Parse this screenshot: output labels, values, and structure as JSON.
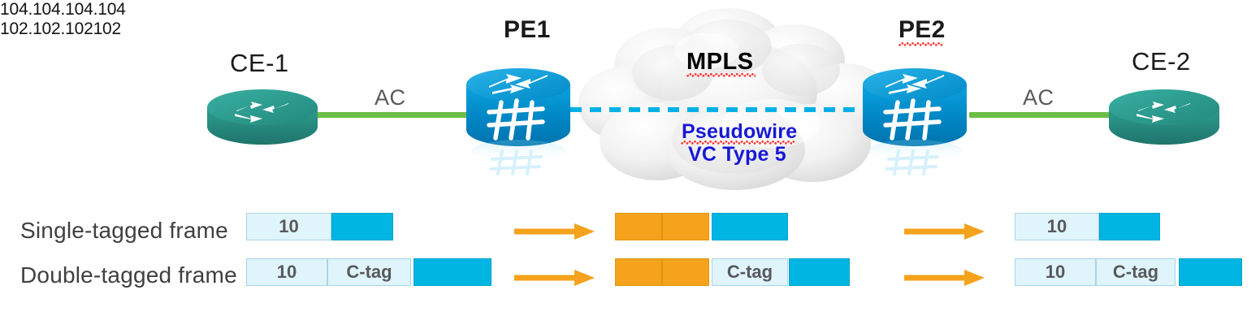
{
  "diagram": {
    "title": "MPLS Pseudowire VC Type 5 frame handling",
    "colors": {
      "ce_router": "#2e9e92",
      "pe_switch": "#0098d4",
      "access_circuit": "#6cbe45",
      "pseudowire": "#00b0e6",
      "pseudowire_text": "#1718d6",
      "mpls_label": "#f5a21c",
      "vlan_tag": "#dff4fb",
      "payload": "#00b5e2",
      "arrow": "#f5a21c",
      "cloud": "#e8e8e8"
    }
  },
  "devices": {
    "ce1": {
      "name": "CE-1",
      "icon": "router-icon"
    },
    "ce2": {
      "name": "CE-2",
      "icon": "router-icon"
    },
    "pe1": {
      "name": "PE1",
      "ip": "104.104.104.104",
      "icon": "multilayer-switch-icon"
    },
    "pe2": {
      "name": "PE2",
      "ip": "102.102.102102",
      "icon": "multilayer-switch-icon"
    }
  },
  "links": {
    "ac_left": "AC",
    "ac_right": "AC"
  },
  "cloud": {
    "label": "MPLS",
    "pseudowire_line1": "Pseudowire",
    "pseudowire_line2": "VC Type 5"
  },
  "frames": {
    "rows": [
      {
        "label": "Single-tagged frame",
        "left": [
          {
            "kind": "tag",
            "text": "10"
          },
          {
            "kind": "payload",
            "text": ""
          }
        ],
        "mid": [
          {
            "kind": "mpls",
            "text": ""
          },
          {
            "kind": "mpls",
            "text": ""
          },
          {
            "kind": "payload",
            "text": ""
          }
        ],
        "right": [
          {
            "kind": "tag",
            "text": "10"
          },
          {
            "kind": "payload",
            "text": ""
          }
        ]
      },
      {
        "label": "Double-tagged frame",
        "left": [
          {
            "kind": "tag",
            "text": "10"
          },
          {
            "kind": "tag",
            "text": "C-tag"
          },
          {
            "kind": "payload",
            "text": ""
          }
        ],
        "mid": [
          {
            "kind": "mpls",
            "text": ""
          },
          {
            "kind": "mpls",
            "text": ""
          },
          {
            "kind": "tag",
            "text": "C-tag"
          },
          {
            "kind": "payload",
            "text": ""
          }
        ],
        "right": [
          {
            "kind": "tag",
            "text": "10"
          },
          {
            "kind": "tag",
            "text": "C-tag"
          },
          {
            "kind": "payload",
            "text": ""
          }
        ]
      }
    ]
  }
}
